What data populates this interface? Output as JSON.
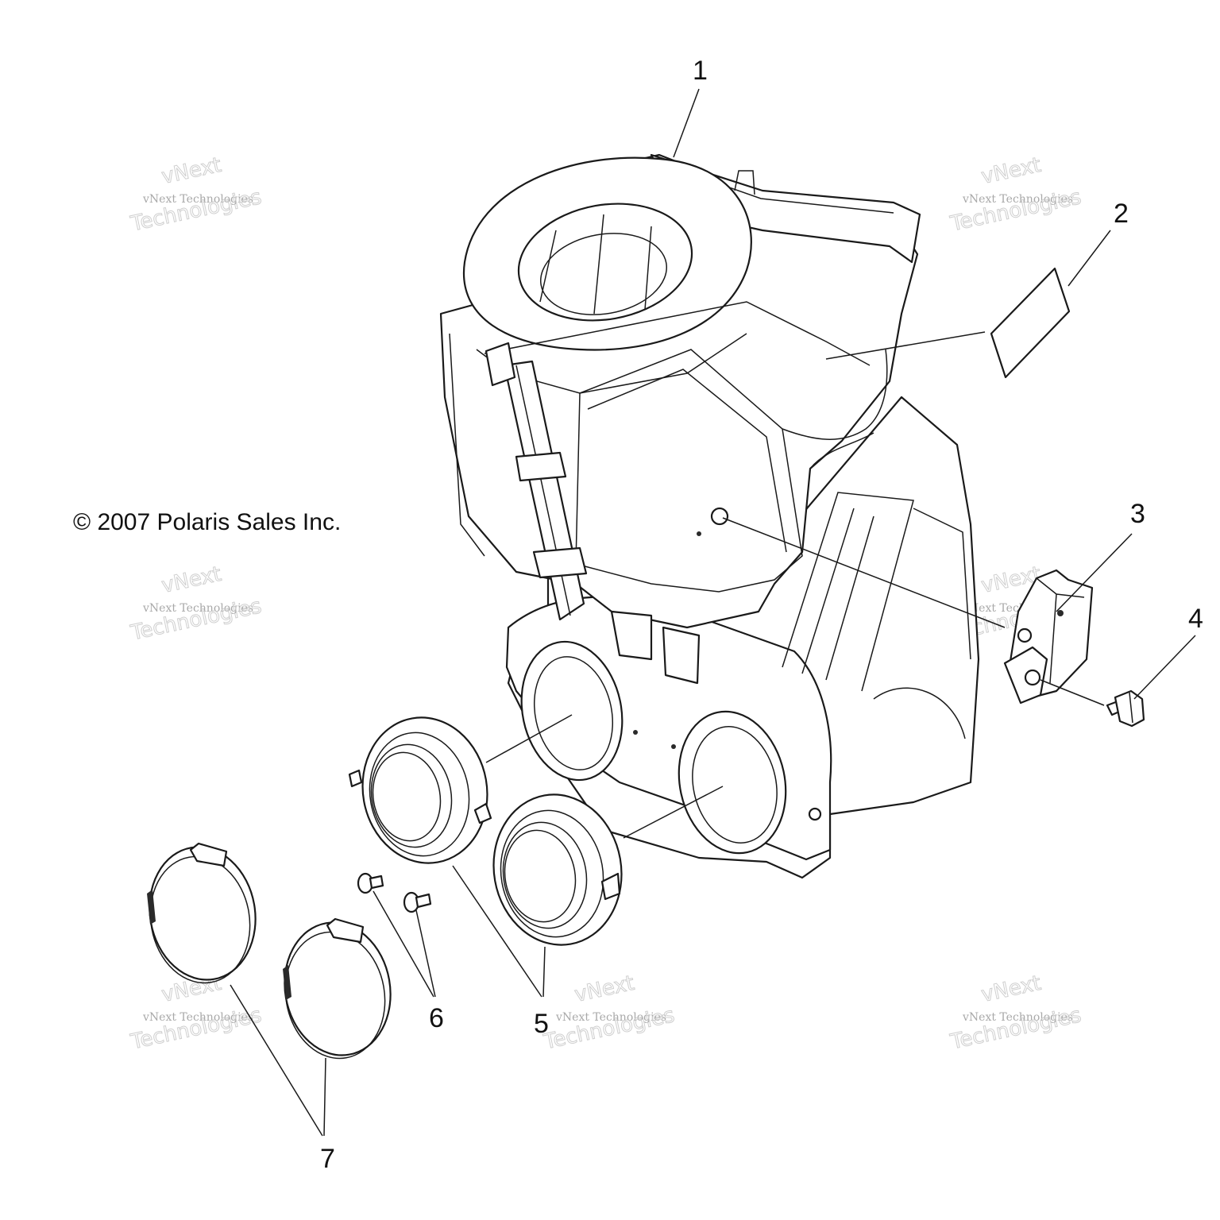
{
  "copyright": "© 2007 Polaris Sales Inc.",
  "watermark": {
    "line1": "vNext Technologies",
    "line2": "vNext",
    "line3": "Technologies"
  },
  "callouts": [
    {
      "id": "1",
      "part": "airbox"
    },
    {
      "id": "2",
      "part": "decal"
    },
    {
      "id": "3",
      "part": "bracket"
    },
    {
      "id": "4",
      "part": "screw"
    },
    {
      "id": "5",
      "part": "intake-boots"
    },
    {
      "id": "6",
      "part": "push-pins"
    },
    {
      "id": "7",
      "part": "hose-clamps"
    }
  ]
}
